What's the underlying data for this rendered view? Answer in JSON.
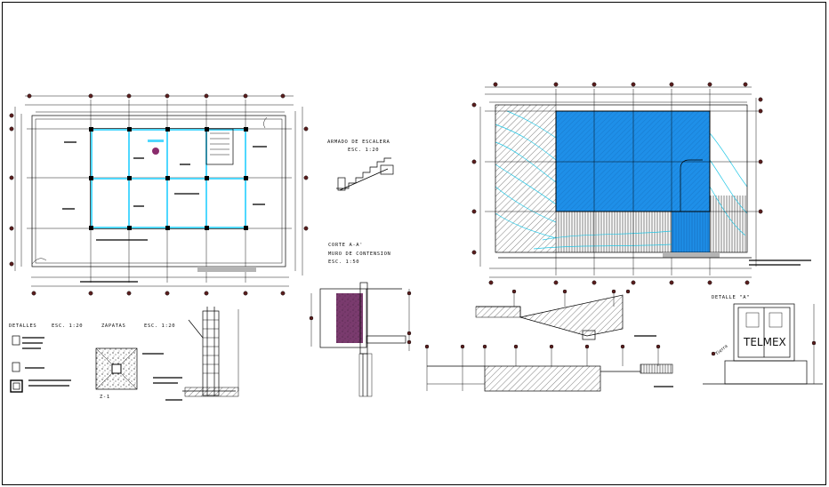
{
  "labels": {
    "stair_title": "ARMADO DE ESCALERA",
    "stair_scale": "ESC. 1:20",
    "section_title": "CORTE A-A'",
    "section_subtitle": "MURO DE CONTENSION",
    "section_scale": "ESC. 1:50",
    "details_title": "DETALLES",
    "details_scale": "ESC. 1:20",
    "footings_title": "ZAPATAS",
    "footings_scale": "ESC. 1:20",
    "footing_tag": "Z-1",
    "detail_a_title": "DETALLE \"A\"",
    "sign_text": "TELMEX",
    "ground_note": "Tierra"
  },
  "colors": {
    "line": "#000000",
    "beam_cyan": "#4fd8ff",
    "slab_blue": "#1e8fe8",
    "contour_cyan": "#22c7e6",
    "wall_purple": "#7a3b6e",
    "bubble": "#5a1e1e",
    "hatch_purple": "#8a2c6c",
    "label_bar": "#b4b4b4"
  }
}
